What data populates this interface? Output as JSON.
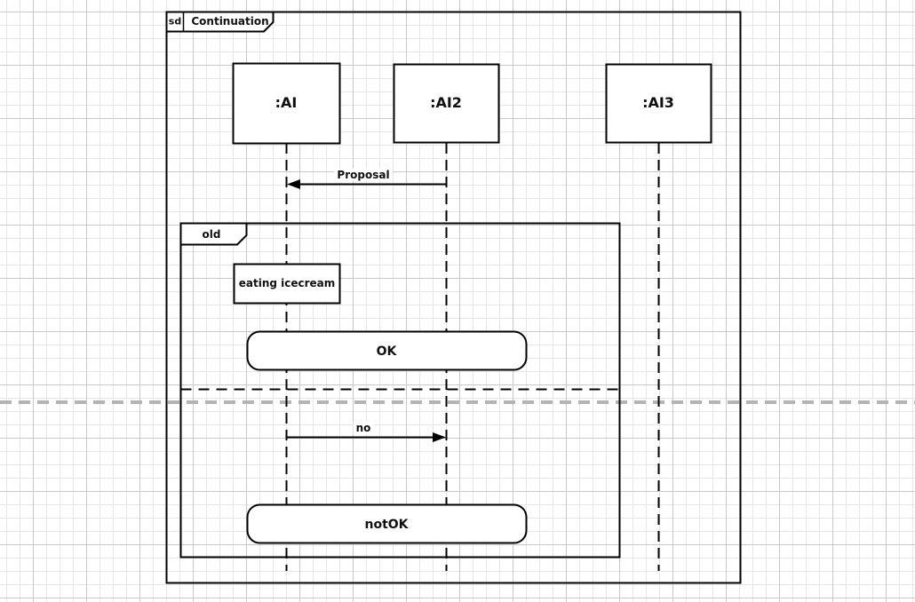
{
  "canvas": {
    "background": "#ffffff",
    "grid_minor_color": "#e6e6e6",
    "grid_major_color": "#c9c9c9",
    "page_break_color": "#b4b4b4",
    "stroke_color": "#000000",
    "shape_fill": "#ffffff"
  },
  "frame": {
    "operator": "sd",
    "title": "Continuation"
  },
  "lifelines": [
    {
      "label": ":AI"
    },
    {
      "label": ":AI2"
    },
    {
      "label": ":AI3"
    }
  ],
  "messages": [
    {
      "label": "Proposal",
      "from": ":AI2",
      "to": ":AI",
      "direction": "left"
    },
    {
      "label": "no",
      "from": ":AI",
      "to": ":AI2",
      "direction": "right"
    }
  ],
  "fragment": {
    "label": "old"
  },
  "state_invariant": {
    "label": "eating icecream"
  },
  "continuations": [
    {
      "label": "OK"
    },
    {
      "label": "notOK"
    }
  ]
}
